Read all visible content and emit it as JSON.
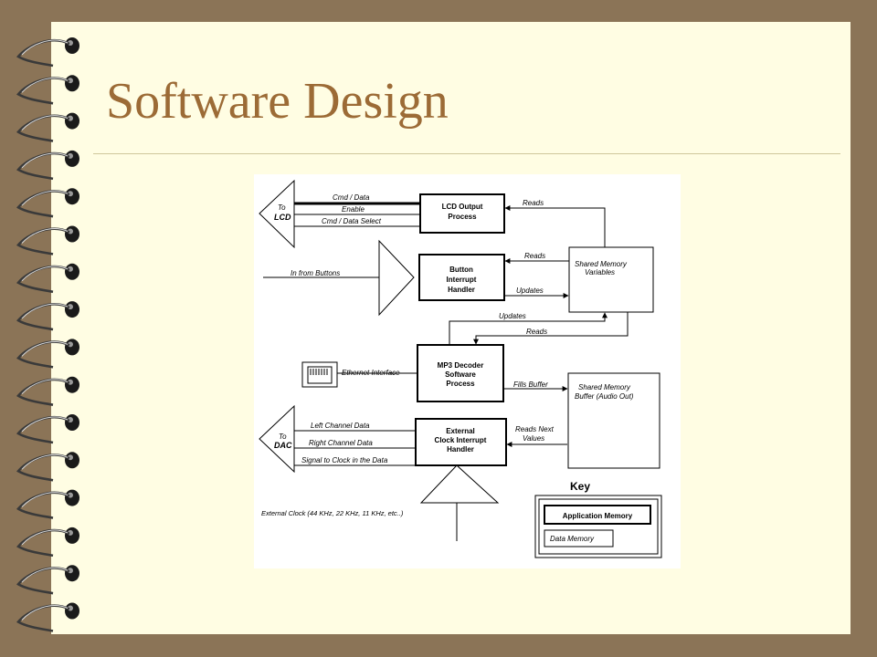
{
  "slide": {
    "title": "Software Design",
    "colors": {
      "frame": "#8b7457",
      "page": "#fffde3",
      "title": "#9c6b36",
      "rule": "#cfc79c"
    }
  },
  "diagram": {
    "lcd_output": {
      "line1": "LCD Output",
      "line2": "Process"
    },
    "button_handler": {
      "line1": "Button",
      "line2": "Interrupt",
      "line3": "Handler"
    },
    "mp3_decoder": {
      "line1": "MP3 Decoder",
      "line2": "Software",
      "line3": "Process"
    },
    "clock_handler": {
      "line1": "External",
      "line2": "Clock Interrupt",
      "line3": "Handler"
    },
    "shared_vars": {
      "line1": "Shared Memory",
      "line2": "Variables"
    },
    "shared_buffer": {
      "line1": "Shared Memory",
      "line2": "Buffer (Audio Out)"
    },
    "lcd_port": {
      "to": "To",
      "name": "LCD"
    },
    "dac_port": {
      "to": "To",
      "name": "DAC"
    },
    "labels": {
      "cmd_data": "Cmd / Data",
      "enable": "Enable",
      "cmd_data_select": "Cmd / Data Select",
      "reads_lcd": "Reads",
      "reads_button": "Reads",
      "updates_button": "Updates",
      "in_from_buttons": "In from Buttons",
      "updates_mp3": "Updates",
      "reads_mp3": "Reads",
      "ethernet_interface": "Ethernet Interface",
      "fills_buffer": "Fills Buffer",
      "left_channel": "Left Channel Data",
      "right_channel": "Right Channel Data",
      "signal_clock": "Signal to Clock in the Data",
      "reads_next_1": "Reads Next",
      "reads_next_2": "Values",
      "external_clock": "External Clock (44 KHz, 22 KHz, 11 KHz, etc..)"
    },
    "key": {
      "title": "Key",
      "application_memory": "Application Memory",
      "data_memory": "Data Memory"
    }
  }
}
